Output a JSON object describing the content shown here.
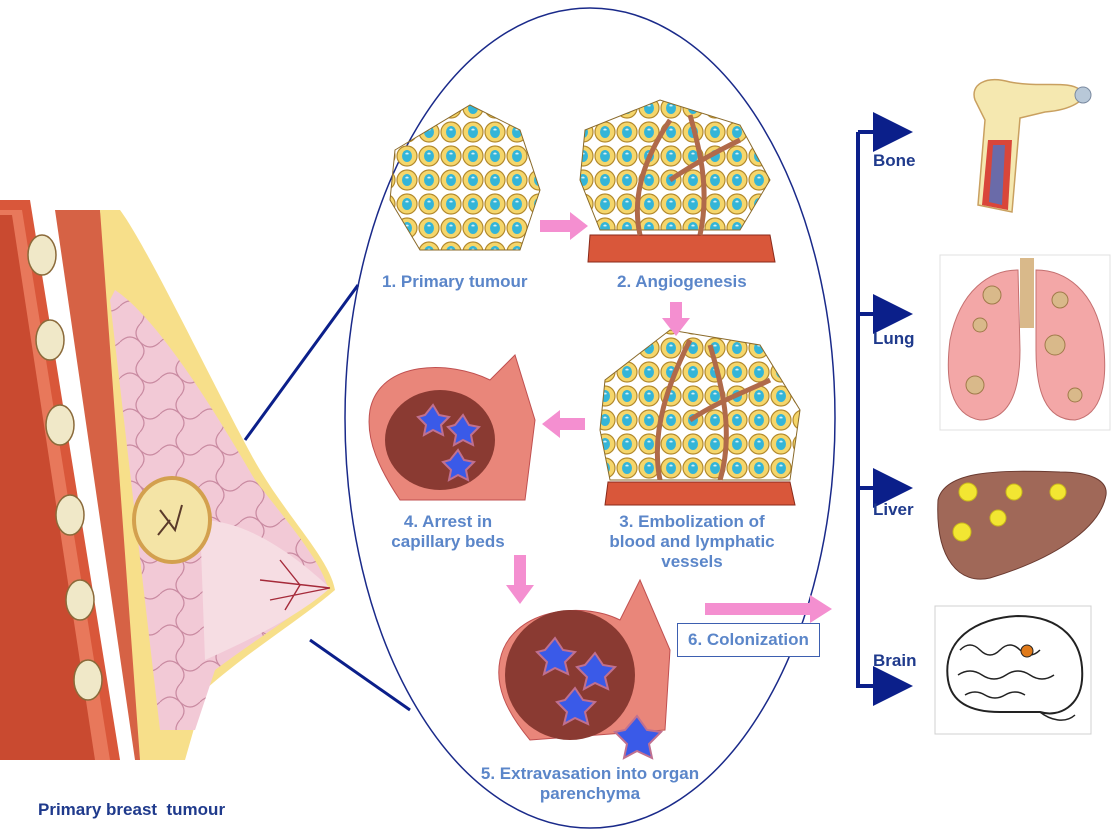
{
  "breast_label": "Primary breast  tumour",
  "steps": {
    "s1": "1. Primary tumour",
    "s2": "2. Angiogenesis",
    "s3": [
      "3. Embolization of",
      "blood and lymphatic",
      "vessels"
    ],
    "s4": [
      "4. Arrest in",
      "capillary beds"
    ],
    "s5": [
      "5. Extravasation into organ",
      "parenchyma"
    ],
    "s6": "6. Colonization"
  },
  "organs": {
    "bone": "Bone",
    "lung": "Lung",
    "liver": "Liver",
    "brain": "Brain"
  },
  "colors": {
    "step_text": "#5b86c9",
    "organ_text": "#1f3a8c",
    "arrow": "#f48fd0",
    "ellipse": "#1a2a8a",
    "bracket": "#0b1f8a"
  }
}
